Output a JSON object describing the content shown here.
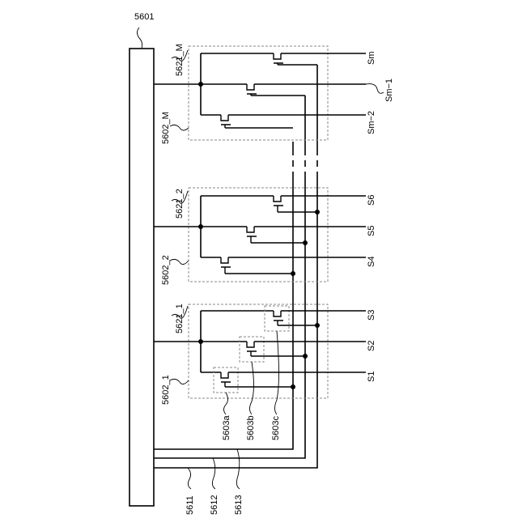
{
  "labels": {
    "driver": "5601",
    "wire1": "5611",
    "wire2": "5612",
    "wire3": "5613",
    "sw1": "5602_1",
    "sw2": "5602_2",
    "swM": "5602_M",
    "line1": "5621_1",
    "line2": "5621_2",
    "lineM": "5621_M",
    "tft_a": "5603a",
    "tft_b": "5603b",
    "tft_c": "5603c",
    "s1": "S1",
    "s2": "S2",
    "s3": "S3",
    "s4": "S4",
    "s5": "S5",
    "s6": "S6",
    "sm": "Sm",
    "sm1": "Sm−1",
    "sm2": "Sm−2"
  }
}
